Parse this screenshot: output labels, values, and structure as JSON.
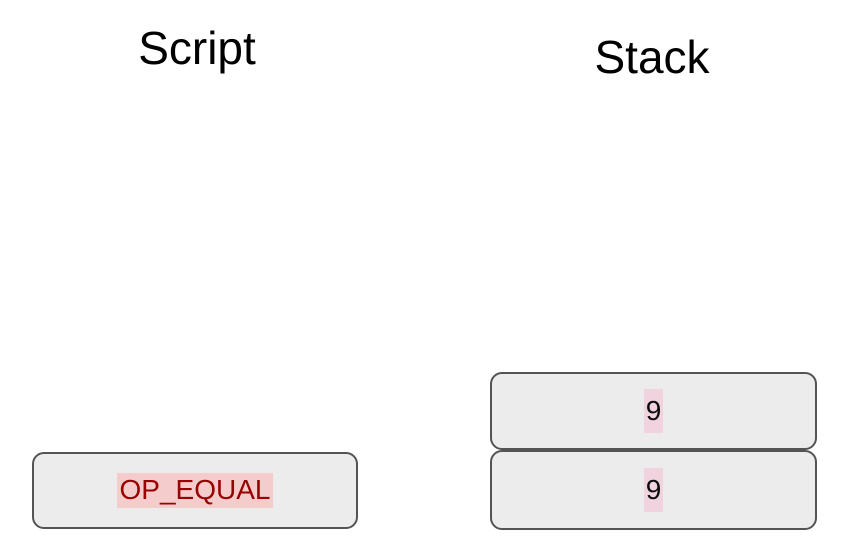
{
  "diagram": {
    "type": "script-execution",
    "titles": {
      "script": "Script",
      "stack": "Stack"
    },
    "script_column": {
      "items": [
        {
          "label": "OP_EQUAL",
          "kind": "opcode"
        }
      ]
    },
    "stack_column": {
      "items": [
        {
          "value": "9"
        },
        {
          "value": "9"
        }
      ]
    },
    "colors": {
      "background": "#ffffff",
      "title_text": "#000000",
      "box_fill": "#ececec",
      "box_border": "#545454",
      "opcode_text": "#990000",
      "opcode_highlight": "#f4cccc",
      "stack_value_text": "#0d0d0d",
      "stack_value_highlight": "#f0d3de"
    }
  }
}
